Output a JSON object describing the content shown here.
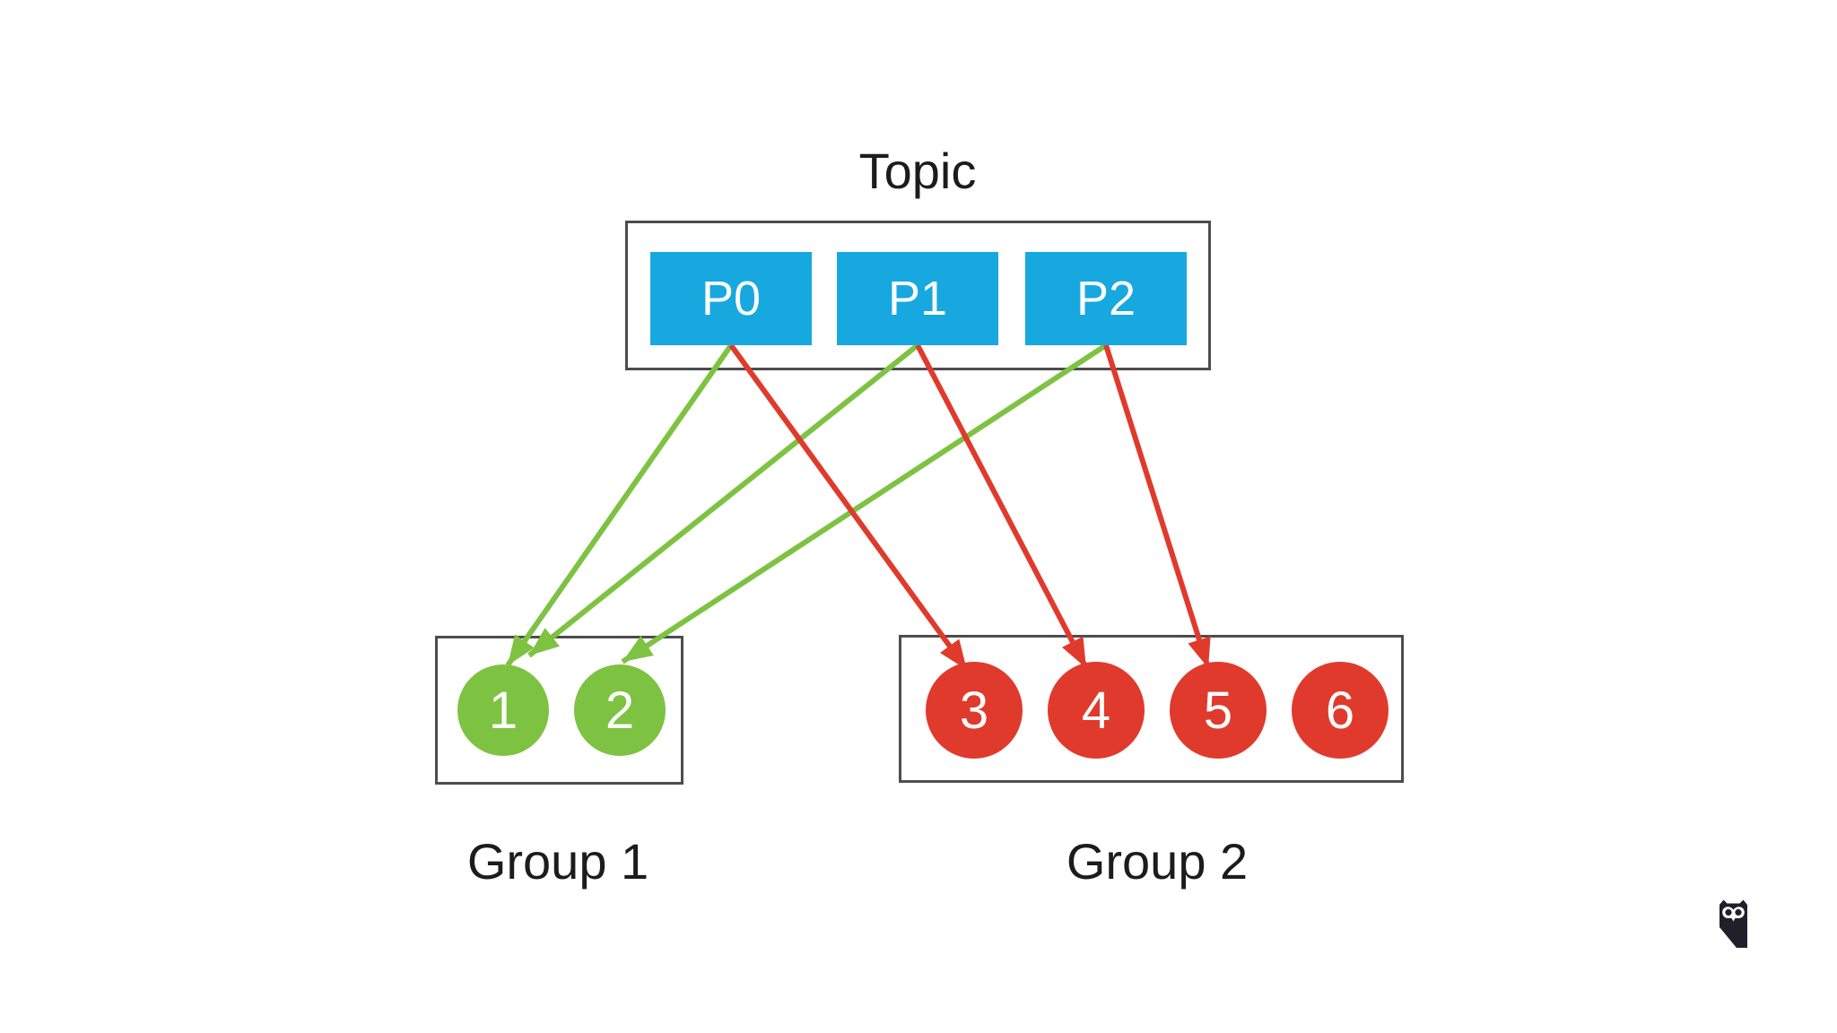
{
  "topic": {
    "label": "Topic",
    "partitions": [
      {
        "id": "P0"
      },
      {
        "id": "P1"
      },
      {
        "id": "P2"
      }
    ],
    "partition_color": "#18a8e0"
  },
  "groups": [
    {
      "label": "Group 1",
      "color": "#7ec242",
      "consumers": [
        {
          "id": "1"
        },
        {
          "id": "2"
        }
      ]
    },
    {
      "label": "Group 2",
      "color": "#e03a2d",
      "consumers": [
        {
          "id": "3"
        },
        {
          "id": "4"
        },
        {
          "id": "5"
        },
        {
          "id": "6"
        }
      ]
    }
  ],
  "assignments": [
    {
      "from": "P0",
      "to": "1",
      "group": "Group 1",
      "color": "#7ec242"
    },
    {
      "from": "P1",
      "to": "1",
      "group": "Group 1",
      "color": "#7ec242"
    },
    {
      "from": "P2",
      "to": "2",
      "group": "Group 1",
      "color": "#7ec242"
    },
    {
      "from": "P0",
      "to": "3",
      "group": "Group 2",
      "color": "#e03a2d"
    },
    {
      "from": "P1",
      "to": "4",
      "group": "Group 2",
      "color": "#e03a2d"
    },
    {
      "from": "P2",
      "to": "5",
      "group": "Group 2",
      "color": "#e03a2d"
    }
  ],
  "colors": {
    "partition_blue": "#18a8e0",
    "consumer_green": "#7ec242",
    "consumer_red": "#e03a2d",
    "box_border": "#4d4d4f",
    "text": "#1c1c1c",
    "background": "#ffffff",
    "logo_dark": "#211f2a"
  },
  "logo": {
    "name": "hootsuite-owl"
  }
}
